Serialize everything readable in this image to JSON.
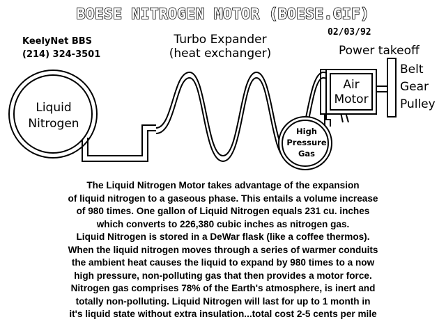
{
  "title": "BOESE NITROGEN MOTOR (BOESE.GIF)",
  "bbs": {
    "name": "KeelyNet BBS",
    "phone": "(214) 324-3501"
  },
  "date": "02/03/92",
  "labels": {
    "turbo_line1": "Turbo Expander",
    "turbo_line2": "(heat exchanger)",
    "power_takeoff": "Power takeoff",
    "liquid_line1": "Liquid",
    "liquid_line2": "Nitrogen",
    "air_line1": "Air",
    "air_line2": "Motor",
    "belt": "Belt",
    "gear": "Gear",
    "pulley": "Pulley",
    "hp_line1": "High",
    "hp_line2": "Pressure",
    "hp_line3": "Gas"
  },
  "description": [
    "The Liquid Nitrogen Motor takes advantage of the expansion",
    "of liquid nitrogen to a gaseous phase.  This entails a volume increase",
    "of 980 times.  One gallon of Liquid Nitrogen equals 231 cu. inches",
    "which converts to 226,380 cubic inches as nitrogen gas.",
    "Liquid Nitrogen is stored in a DeWar flask (like a coffee thermos).",
    "When the liquid nitrogen moves through a series of warmer conduits",
    "the ambient heat causes the liquid to expand by 980 times to a now",
    "high pressure, non-polluting gas that then provides a motor force.",
    "Nitrogen gas comprises 78% of the Earth's atmosphere, is inert and",
    "totally non-polluting.  Liquid Nitrogen will last for up to 1 month in",
    "it's liquid state without extra insulation...total cost 2-5 cents per mile"
  ]
}
